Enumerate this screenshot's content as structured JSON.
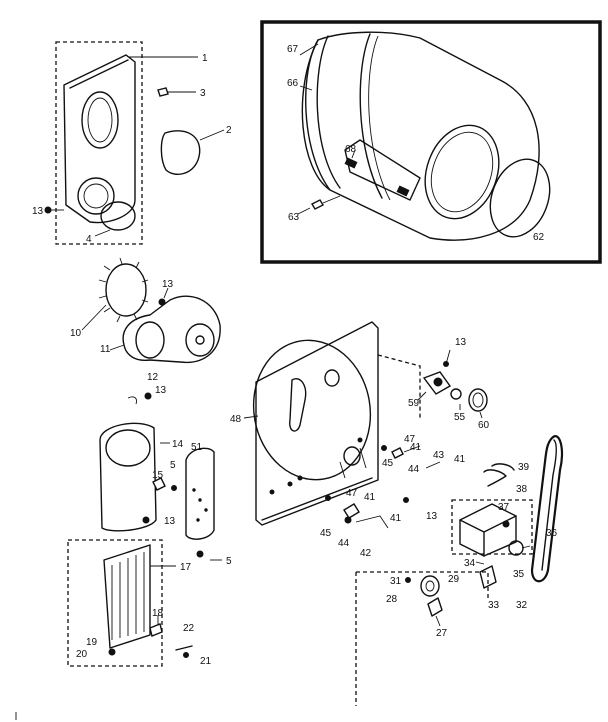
{
  "callouts": {
    "c1": "1",
    "c2": "2",
    "c3": "3",
    "c4": "4",
    "c5a": "5",
    "c5b": "5",
    "c10": "10",
    "c11": "11",
    "c12": "12",
    "c13a": "13",
    "c13b": "13",
    "c13c": "13",
    "c13d": "13",
    "c13e": "13",
    "c13f": "13",
    "c14": "14",
    "c15": "15",
    "c17": "17",
    "c18": "18",
    "c19": "19",
    "c20": "20",
    "c21": "21",
    "c22": "22",
    "c27": "27",
    "c28": "28",
    "c29": "29",
    "c31": "31",
    "c32": "32",
    "c33": "33",
    "c34": "34",
    "c35": "35",
    "c36": "36",
    "c37": "37",
    "c38": "38",
    "c39": "39",
    "c41a": "41",
    "c41b": "41",
    "c41c": "41",
    "c41d": "41",
    "c42": "42",
    "c43": "43",
    "c44a": "44",
    "c44b": "44",
    "c45a": "45",
    "c45b": "45",
    "c47a": "47",
    "c47b": "47",
    "c48": "48",
    "c51": "51",
    "c55": "55",
    "c59": "59",
    "c60": "60",
    "c62": "62",
    "c63": "63",
    "c66": "66",
    "c67": "67",
    "c68": "68"
  }
}
